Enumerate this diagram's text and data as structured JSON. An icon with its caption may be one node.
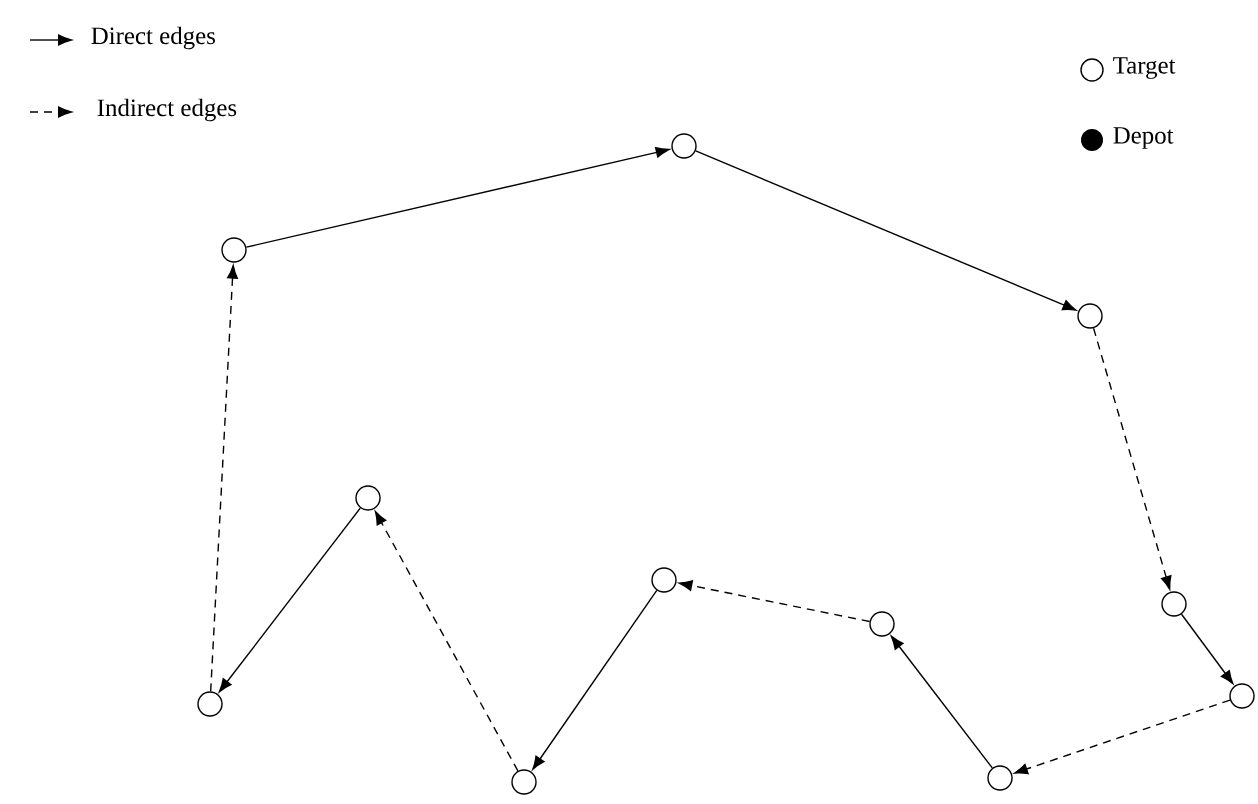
{
  "diagram": {
    "nodes": [
      {
        "text": [],
        "shape": "circle"
      },
      {
        "text": [],
        "shape": "circle"
      },
      {
        "text": [],
        "shape": "circle"
      },
      {
        "text": [],
        "shape": "circle"
      },
      {
        "text": [],
        "shape": "circle"
      },
      {
        "text": [],
        "shape": "circle"
      },
      {
        "text": [],
        "shape": "circle"
      },
      {
        "text": [],
        "shape": "circle"
      },
      {
        "text": [],
        "shape": "circle"
      },
      {
        "text": [],
        "shape": "circle"
      },
      {
        "text": [],
        "shape": "circle"
      }
    ],
    "edges": [
      {
        "from": 0,
        "to": 1,
        "arrow": "to"
      },
      {
        "from": 1,
        "to": 2,
        "arrow": "to"
      },
      {
        "from": 2,
        "to": 3,
        "arrow": "to",
        "style": "dashed"
      },
      {
        "from": 3,
        "to": 4,
        "arrow": "to"
      },
      {
        "from": 4,
        "to": 5,
        "arrow": "to",
        "style": "dashed"
      },
      {
        "from": 5,
        "to": 6,
        "arrow": "to"
      },
      {
        "from": 6,
        "to": 7,
        "arrow": "to",
        "style": "dashed"
      },
      {
        "from": 7,
        "to": 8,
        "arrow": "to"
      },
      {
        "from": 8,
        "to": 9,
        "arrow": "to",
        "style": "dashed"
      },
      {
        "from": 9,
        "to": 10,
        "arrow": "to"
      },
      {
        "from": 10,
        "to": 0,
        "arrow": "to",
        "style": "dashed"
      }
    ],
    "legend": [
      {
        "text": "Direct edges"
      },
      {
        "text": "Indirect edges"
      },
      {
        "text": "Target"
      },
      {
        "text": "Depot"
      }
    ]
  }
}
